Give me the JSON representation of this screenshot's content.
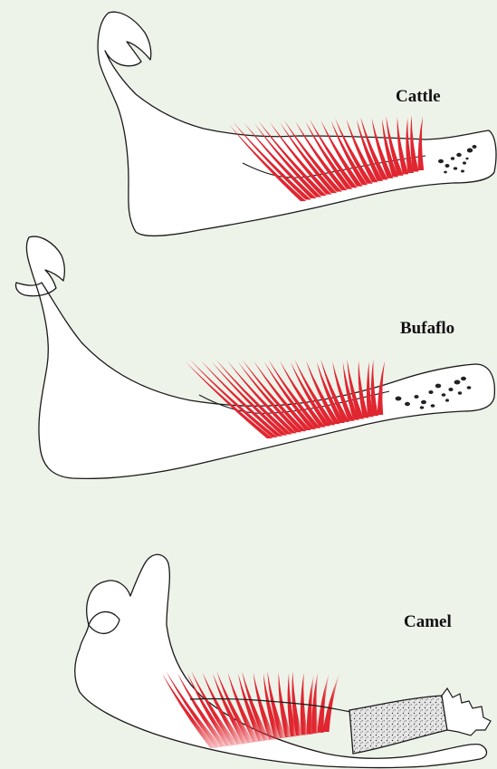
{
  "labels": {
    "cattle": "Cattle",
    "buffalo": "Bufaflo",
    "camel": "Camel"
  },
  "colors": {
    "background": "#eef3ea",
    "muscle": "#e02630",
    "outline": "#1a1a1a",
    "dots": "#222222"
  }
}
